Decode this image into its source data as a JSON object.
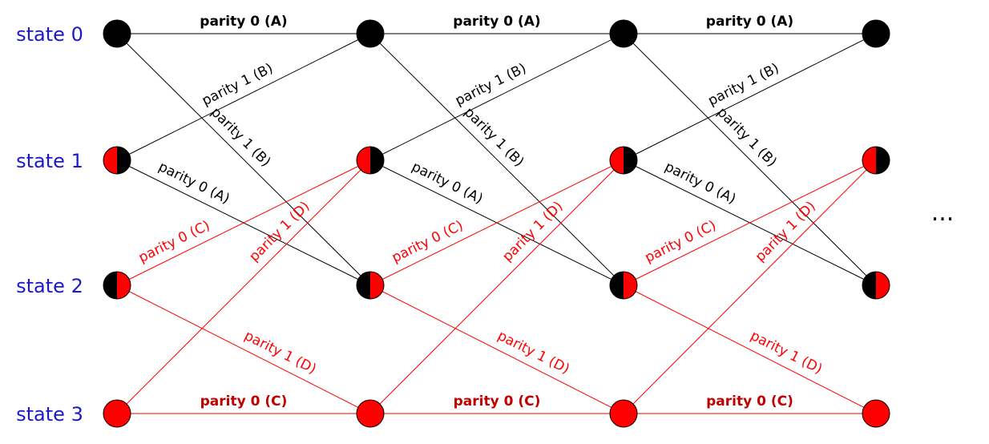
{
  "states": [
    {
      "label": "state 0",
      "fill": "black"
    },
    {
      "label": "state 1",
      "fill": "red-left-black-right"
    },
    {
      "label": "state 2",
      "fill": "black-left-red-right"
    },
    {
      "label": "state 3",
      "fill": "red"
    }
  ],
  "stages": 4,
  "colors": {
    "black": "#000000",
    "red": "#ff0000",
    "dark_red": "#c00000",
    "state_label": "#1a1acc"
  },
  "transitions": [
    {
      "from": 0,
      "to": 0,
      "label": "parity 0 (A)",
      "color": "black"
    },
    {
      "from": 0,
      "to": 2,
      "label": "parity 1 (B)",
      "color": "black"
    },
    {
      "from": 1,
      "to": 0,
      "label": "parity 1 (B)",
      "color": "black"
    },
    {
      "from": 1,
      "to": 2,
      "label": "parity 0 (A)",
      "color": "black"
    },
    {
      "from": 2,
      "to": 1,
      "label": "parity 0 (C)",
      "color": "red"
    },
    {
      "from": 2,
      "to": 3,
      "label": "parity 1 (D)",
      "color": "red"
    },
    {
      "from": 3,
      "to": 1,
      "label": "parity 1 (D)",
      "color": "red"
    },
    {
      "from": 3,
      "to": 3,
      "label": "parity 0 (C)",
      "color": "red"
    }
  ],
  "continuation": "..."
}
